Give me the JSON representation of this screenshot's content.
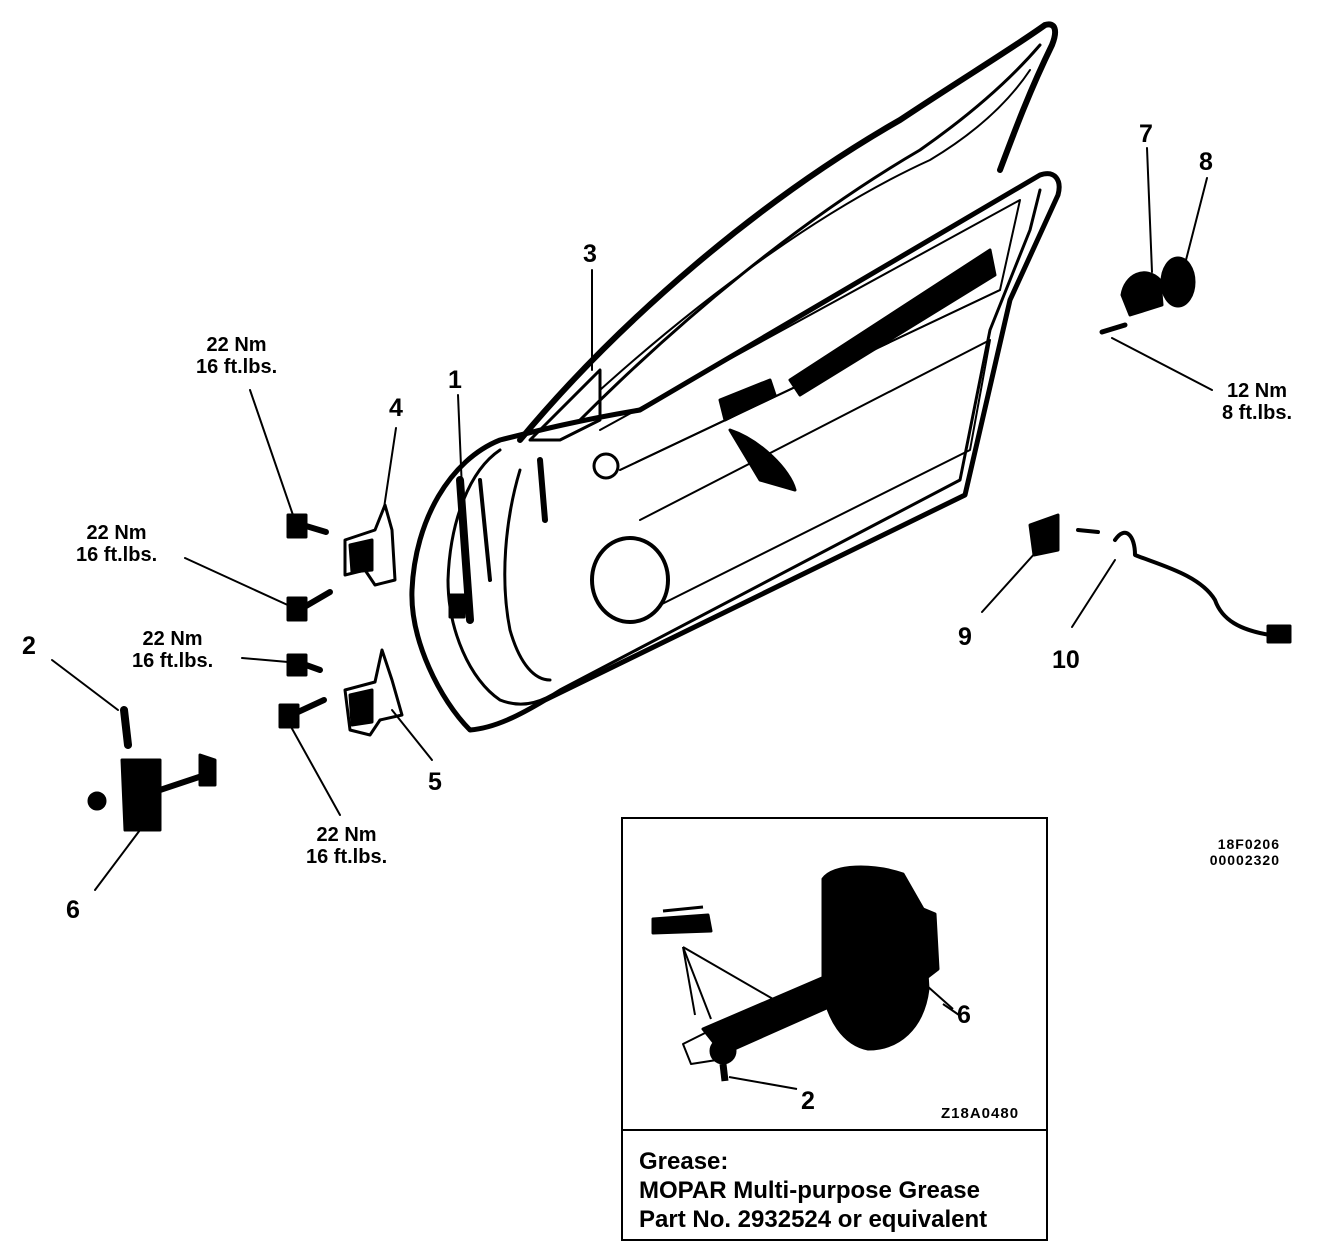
{
  "diagram": {
    "callouts": {
      "c1": "1",
      "c2a": "2",
      "c2b": "2",
      "c3": "3",
      "c4": "4",
      "c5": "5",
      "c6a": "6",
      "c6b": "6",
      "c7": "7",
      "c8": "8",
      "c9": "9",
      "c10": "10"
    },
    "torque_specs": {
      "t1": {
        "nm": "22  Nm",
        "ftlbs": "16  ft.lbs."
      },
      "t2": {
        "nm": "22  Nm",
        "ftlbs": "16  ft.lbs."
      },
      "t3": {
        "nm": "22  Nm",
        "ftlbs": "16  ft.lbs."
      },
      "t4": {
        "nm": "22  Nm",
        "ftlbs": "16  ft.lbs."
      },
      "t5": {
        "nm": "12  Nm",
        "ftlbs": "8  ft.lbs."
      }
    },
    "figure_codes": {
      "line1": "18F0206",
      "line2": "00002320"
    },
    "inset": {
      "code": "Z18A0480",
      "grease_title": "Grease:",
      "grease_product": "MOPAR Multi-purpose Grease",
      "grease_part": "Part No. 2932524 or equivalent"
    }
  }
}
